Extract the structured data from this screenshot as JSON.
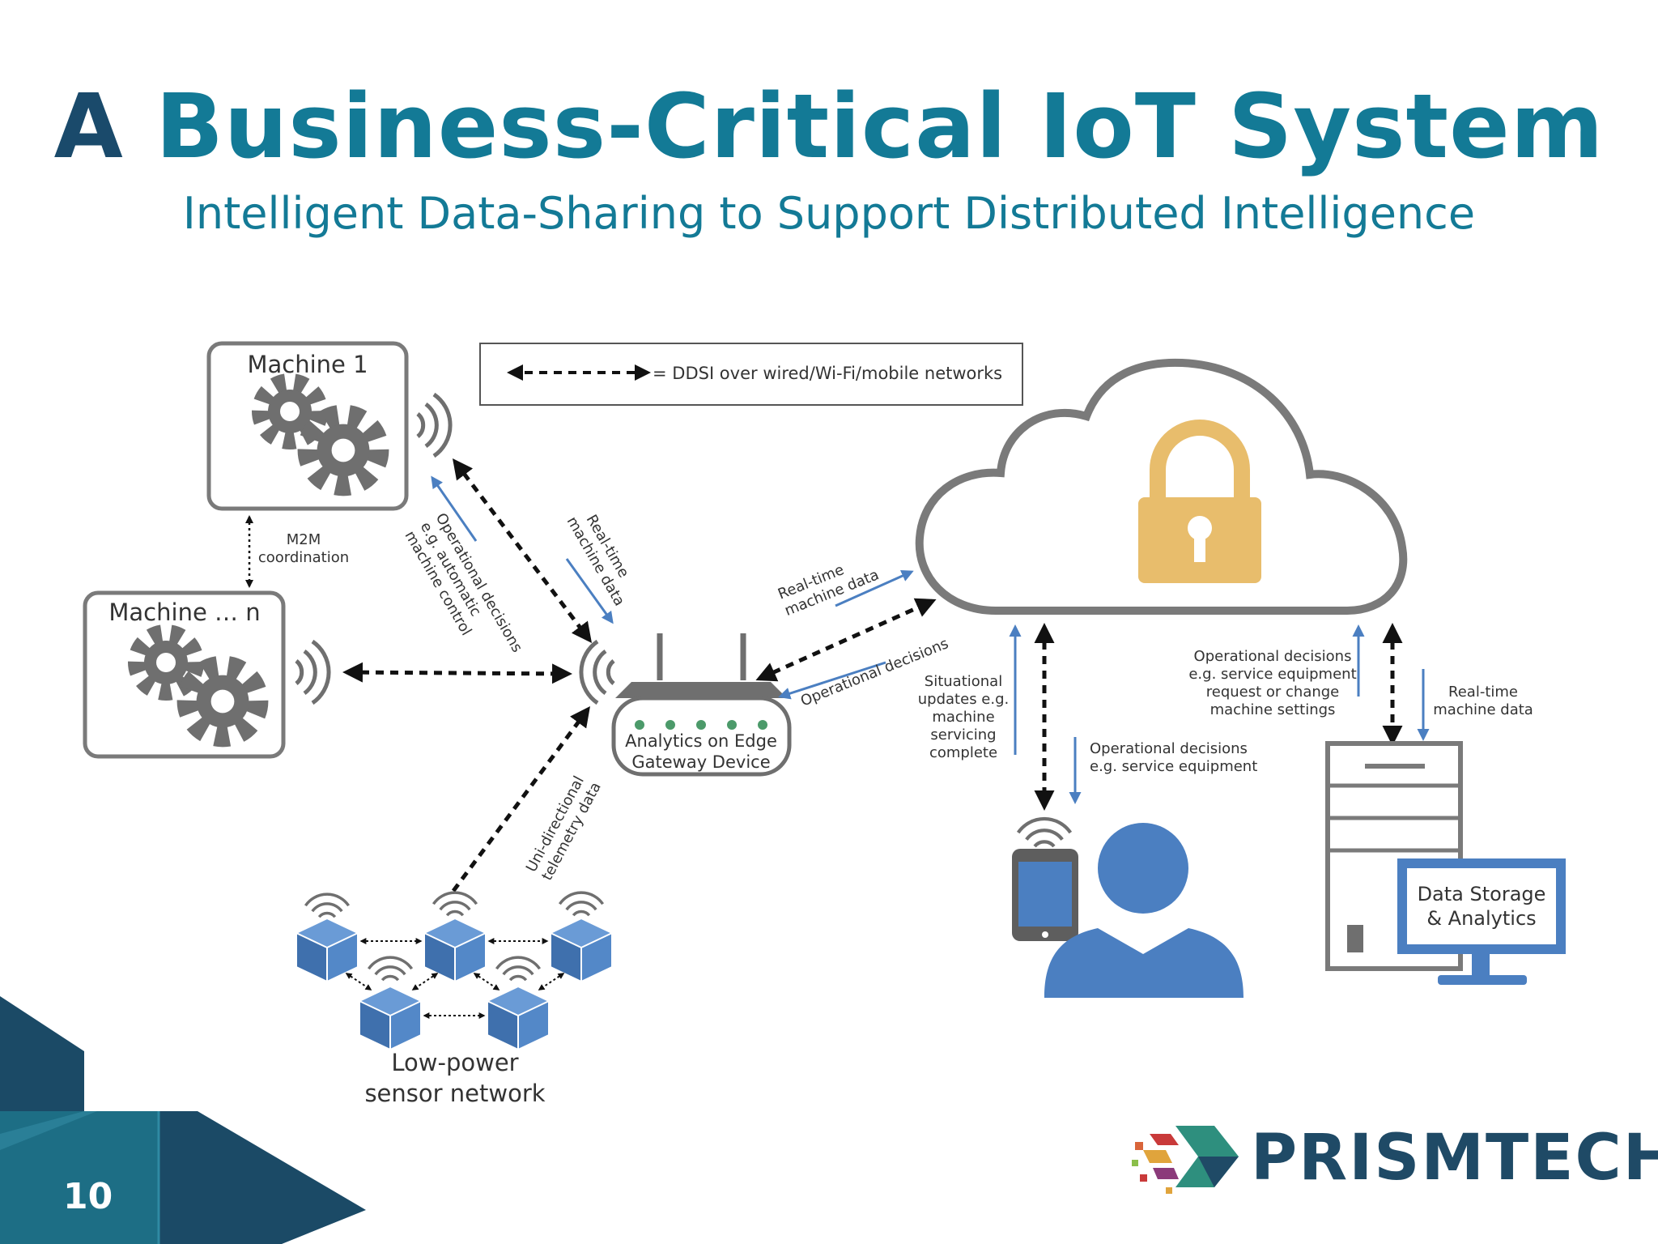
{
  "slide": {
    "title_part1": "A ",
    "title_part2": "Business-Critical IoT System",
    "subtitle": "Intelligent Data-Sharing to Support Distributed Intelligence",
    "page_number": "10",
    "brand": "PRISMTECH"
  },
  "diagram": {
    "legend": "= DDSI over wired/Wi-Fi/mobile networks",
    "machine1": "Machine 1",
    "machine_n": "Machine … n",
    "m2m_line1": "M2M",
    "m2m_line2": "coordination",
    "op_dec_machine": [
      "Operational decisions",
      "e.g. automatic",
      "machine control"
    ],
    "rt_machine": [
      "Real-time",
      "machine data"
    ],
    "gateway_line1": "Analytics on Edge",
    "gateway_line2": "Gateway Device",
    "rt_cloud": [
      "Real-time",
      "machine data"
    ],
    "op_dec_gateway": "Operational decisions",
    "telemetry": [
      "Uni-directional",
      "telemetry data"
    ],
    "sensor_line1": "Low-power",
    "sensor_line2": "sensor network",
    "situational": [
      "Situational",
      "updates e.g.",
      "machine",
      "servicing",
      "complete"
    ],
    "op_dec_service": [
      "Operational decisions",
      "e.g. service equipment"
    ],
    "op_dec_cloud": [
      "Operational decisions",
      "e.g. service equipment",
      "request or change",
      "machine settings"
    ],
    "rt_storage": [
      "Real-time",
      "machine data"
    ],
    "storage_line1": "Data Storage",
    "storage_line2": "& Analytics"
  },
  "colors": {
    "title_dark": "#1a4a6b",
    "title_teal": "#137a96",
    "icon_gray": "#6f6f6f",
    "icon_blue": "#4b7fc1",
    "lock_gold": "#e8bd6c",
    "corner_dark": "#1b4a66",
    "corner_teal": "#1d6e85"
  }
}
